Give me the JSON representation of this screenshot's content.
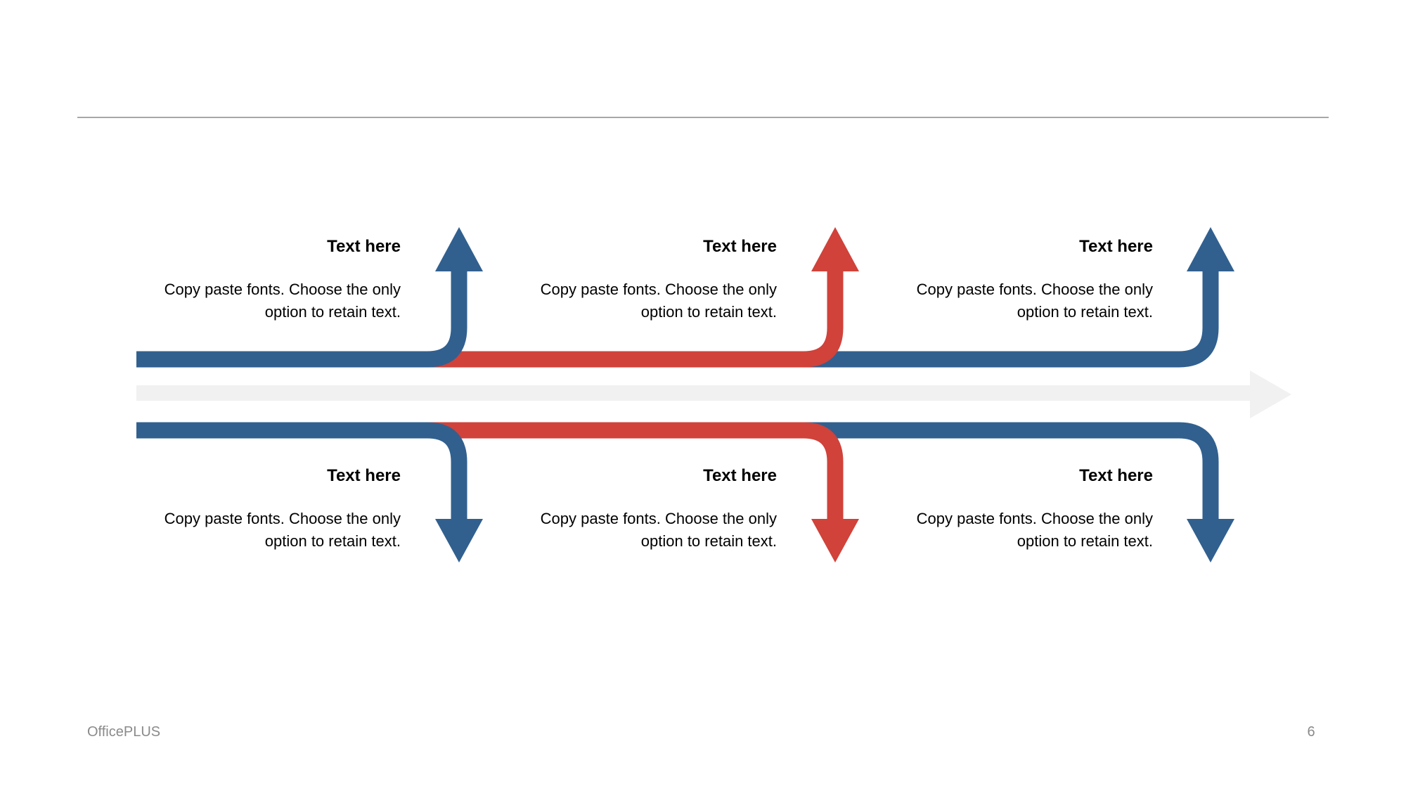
{
  "blocks": {
    "top": [
      {
        "title": "Text here",
        "body_line1": "Copy paste fonts. Choose the only",
        "body_line2": "option to retain text."
      },
      {
        "title": "Text here",
        "body_line1": "Copy paste fonts. Choose the only",
        "body_line2": "option to retain text."
      },
      {
        "title": "Text here",
        "body_line1": "Copy paste fonts. Choose the only",
        "body_line2": "option to retain text."
      }
    ],
    "bottom": [
      {
        "title": "Text here",
        "body_line1": "Copy paste fonts. Choose the only",
        "body_line2": "option to retain text."
      },
      {
        "title": "Text here",
        "body_line1": "Copy paste fonts. Choose the only",
        "body_line2": "option to retain text."
      },
      {
        "title": "Text here",
        "body_line1": "Copy paste fonts. Choose the only",
        "body_line2": "option to retain text."
      }
    ]
  },
  "footer": {
    "brand": "OfficePLUS",
    "page_number": "6"
  },
  "icons": {
    "timeline": "right-arrow-icon",
    "branches_up": "up-arrow-icon",
    "branches_down": "down-arrow-icon"
  },
  "colors": {
    "blue": "#31608F",
    "red": "#D0423A",
    "track": "#F1F1F1",
    "divider": "#A7A7A7",
    "footer-text": "#8A8A8A",
    "text": "#000000"
  }
}
